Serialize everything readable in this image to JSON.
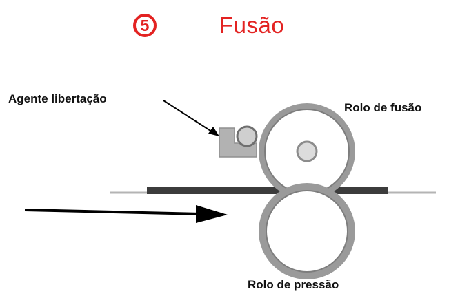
{
  "header": {
    "step_number": "5",
    "title": "Fusão"
  },
  "labels": {
    "release_agent": "Agente libertação",
    "fuser_roller": "Rolo de fusão",
    "pressure_roller": "Rolo de pressão"
  },
  "colors": {
    "accent_red": "#e32322",
    "roller_gray": "#8c8c8c",
    "paper_line": "#b4b4b4",
    "toner": "#3c3c3c",
    "arrow": "#000000"
  },
  "icons": {
    "feed_direction": "arrow-right-icon"
  }
}
